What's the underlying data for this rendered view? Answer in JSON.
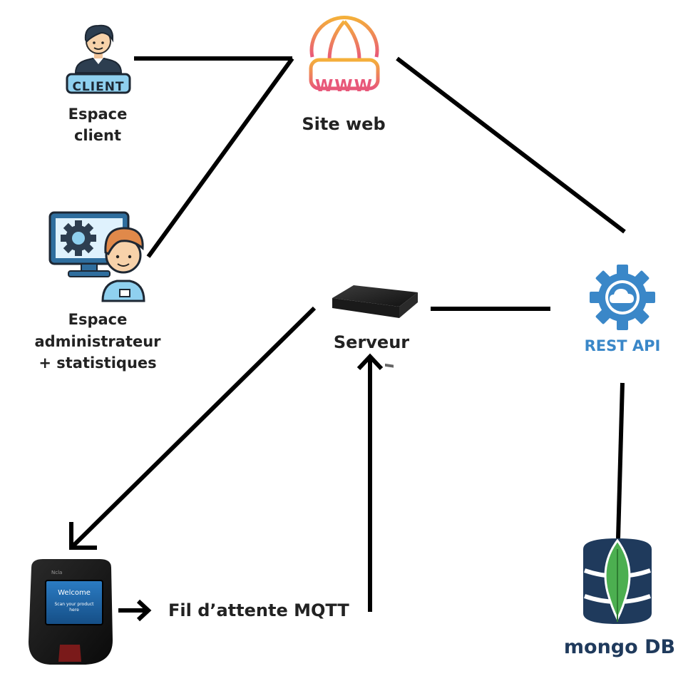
{
  "nodes": {
    "client": {
      "label_line1": "Espace",
      "label_line2": "client",
      "badge": "CLIENT"
    },
    "admin": {
      "label_line1": "Espace",
      "label_line2": "administrateur",
      "label_line3": "+ statistiques"
    },
    "website": {
      "label": "Site web",
      "badge": "WWW"
    },
    "server": {
      "label": "Serveur"
    },
    "rest_api": {
      "label": "REST API"
    },
    "queue": {
      "label": "Fil d’attente MQTT"
    },
    "terminal": {
      "screen_title": "Welcome",
      "screen_line1": "Scan your product",
      "screen_line2": "here",
      "brand": "Ncla"
    },
    "mongodb": {
      "label": "mongo DB"
    }
  },
  "colors": {
    "rest_api": "#3a87c8",
    "mongo_text": "#1f3a5c",
    "mongo_leaf": "#4caf50",
    "www_gradient_start": "#f0a23a",
    "www_gradient_end": "#e8577a",
    "client_badge": "#4aa3d8",
    "monitor": "#2f6e9e"
  }
}
